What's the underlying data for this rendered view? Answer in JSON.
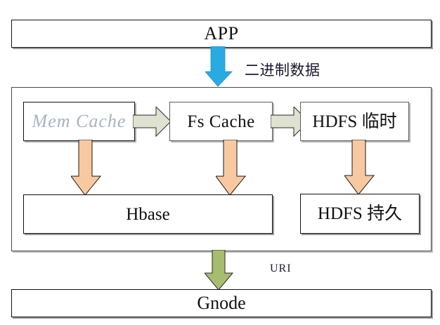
{
  "diagram": {
    "title_box": {
      "label": "APP"
    },
    "flow_arrows": {
      "binary_data": {
        "label": "二进制数据",
        "color": "#29ABE2",
        "direction": "down",
        "icon": "down-arrow-icon"
      },
      "uri": {
        "label": "URI",
        "color": "#A8BC70",
        "direction": "down",
        "icon": "down-arrow-icon"
      }
    },
    "storage_layer": {
      "cache_chain": [
        {
          "id": "mem-cache",
          "label": "Mem Cache",
          "style": "disabled-italic",
          "color": "#a9b3c0"
        },
        {
          "id": "fs-cache",
          "label": "Fs Cache",
          "style": "normal",
          "color": "#111111"
        },
        {
          "id": "hdfs-temp",
          "label": "HDFS 临时",
          "style": "normal",
          "color": "#111111"
        }
      ],
      "chain_arrows": [
        {
          "id": "mem-to-fs",
          "color": "#DFE2D0",
          "direction": "right",
          "icon": "right-arrow-icon"
        },
        {
          "id": "fs-to-hdfs",
          "color": "#DFE2D0",
          "direction": "right",
          "icon": "right-arrow-icon"
        }
      ],
      "persist_targets": [
        {
          "id": "hbase",
          "label": "Hbase"
        },
        {
          "id": "hdfs-persist",
          "label": "HDFS 持久"
        }
      ],
      "persist_arrows": [
        {
          "id": "mem-to-hbase",
          "color": "#F8C9A0",
          "direction": "down",
          "icon": "down-arrow-icon"
        },
        {
          "id": "fs-to-hbase",
          "color": "#F8C9A0",
          "direction": "down",
          "icon": "down-arrow-icon"
        },
        {
          "id": "hdfstemp-to-persist",
          "color": "#F8C9A0",
          "direction": "down",
          "icon": "down-arrow-icon"
        }
      ]
    },
    "footer_box": {
      "label": "Gnode"
    }
  }
}
